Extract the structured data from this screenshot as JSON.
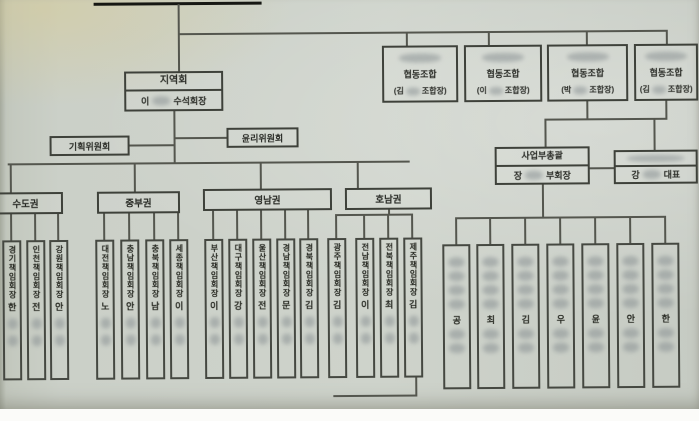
{
  "colors": {
    "paper": "#cbd0c8",
    "line": "#54564e",
    "box_border": "#3e413a",
    "text": "#272924",
    "redaction_blur": "#8b9294"
  },
  "org": {
    "headquarters": {
      "title": "지역회",
      "officer_surname": "이",
      "officer_title": "수석회장"
    },
    "committees": {
      "planning": "기획위원회",
      "ethics": "윤리위원회"
    },
    "cooperatives": [
      {
        "name": "협동조합",
        "head_left": "(김",
        "head_right": "조합장)"
      },
      {
        "name": "협동조합",
        "head_left": "(이",
        "head_right": "조합장)"
      },
      {
        "name": "협동조합",
        "head_left": "(박",
        "head_right": "조합장)"
      },
      {
        "name": "협동조합",
        "head_left": "(김",
        "head_right": "조합장)"
      }
    ],
    "business": {
      "title": "사업부총괄",
      "officer_surname": "장",
      "officer_title": "부회장"
    },
    "ceo_box": {
      "officer_surname": "강",
      "officer_title": "대표"
    },
    "regions": [
      {
        "name": "수도권",
        "chapters": [
          {
            "title": "경기책임회장",
            "surname": "한"
          },
          {
            "title": "인천책임회장",
            "surname": "전"
          },
          {
            "title": "강원책임회장",
            "surname": "안"
          }
        ]
      },
      {
        "name": "중부권",
        "chapters": [
          {
            "title": "대전책임회장",
            "surname": "노"
          },
          {
            "title": "충남책임회장",
            "surname": "안"
          },
          {
            "title": "충북책임회장",
            "surname": "남"
          },
          {
            "title": "세종책임회장",
            "surname": "이"
          }
        ]
      },
      {
        "name": "영남권",
        "chapters": [
          {
            "title": "부산책임회장",
            "surname": "이"
          },
          {
            "title": "대구책임회장",
            "surname": "강"
          },
          {
            "title": "울산책임회장",
            "surname": "전"
          },
          {
            "title": "경남책임회장",
            "surname": "문"
          },
          {
            "title": "경북책임회장",
            "surname": "김"
          }
        ]
      },
      {
        "name": "호남권",
        "chapters": [
          {
            "title": "광주책임회장",
            "surname": "김"
          },
          {
            "title": "전남책임회장",
            "surname": "이"
          },
          {
            "title": "전북책임회장",
            "surname": "최"
          },
          {
            "title": "제주책임회장",
            "surname": "김"
          }
        ]
      }
    ],
    "business_units": [
      {
        "surname": "공"
      },
      {
        "surname": "최"
      },
      {
        "surname": "김"
      },
      {
        "surname": "우"
      },
      {
        "surname": "윤"
      },
      {
        "surname": "안"
      },
      {
        "surname": "한"
      }
    ]
  }
}
